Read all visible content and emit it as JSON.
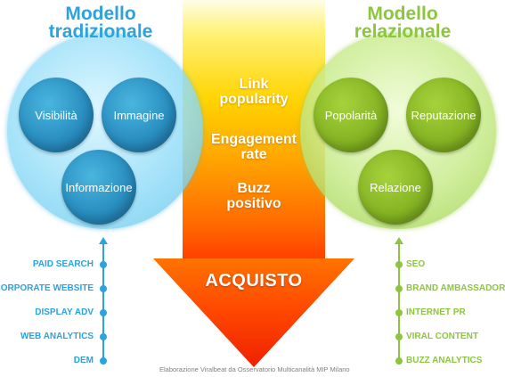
{
  "left_model": {
    "title_line1": "Modello",
    "title_line2": "tradizionale",
    "circles": [
      "Visibilità",
      "Immagine",
      "Informazione"
    ],
    "items": [
      "PAID SEARCH",
      "CORPORATE WEBSITE",
      "DISPLAY ADV",
      "WEB ANALYTICS",
      "DEM"
    ],
    "color": "#2aa3de"
  },
  "right_model": {
    "title_line1": "Modello",
    "title_line2": "relazionale",
    "circles": [
      "Popolarità",
      "Reputazione",
      "Relazione"
    ],
    "items": [
      "SEO",
      "BRAND AMBASSADOR",
      "INTERNET PR",
      "VIRAL CONTENT",
      "BUZZ ANALYTICS"
    ],
    "color": "#8cc63f"
  },
  "arrow": {
    "labels": [
      {
        "line1": "Link",
        "line2": "popularity"
      },
      {
        "line1": "Engagement",
        "line2": "rate"
      },
      {
        "line1": "Buzz",
        "line2": "positivo"
      }
    ],
    "target": "ACQUISTO"
  },
  "footer": "Elaborazione Viralbeat da Osservatorio Multicanalità MIP Milano"
}
